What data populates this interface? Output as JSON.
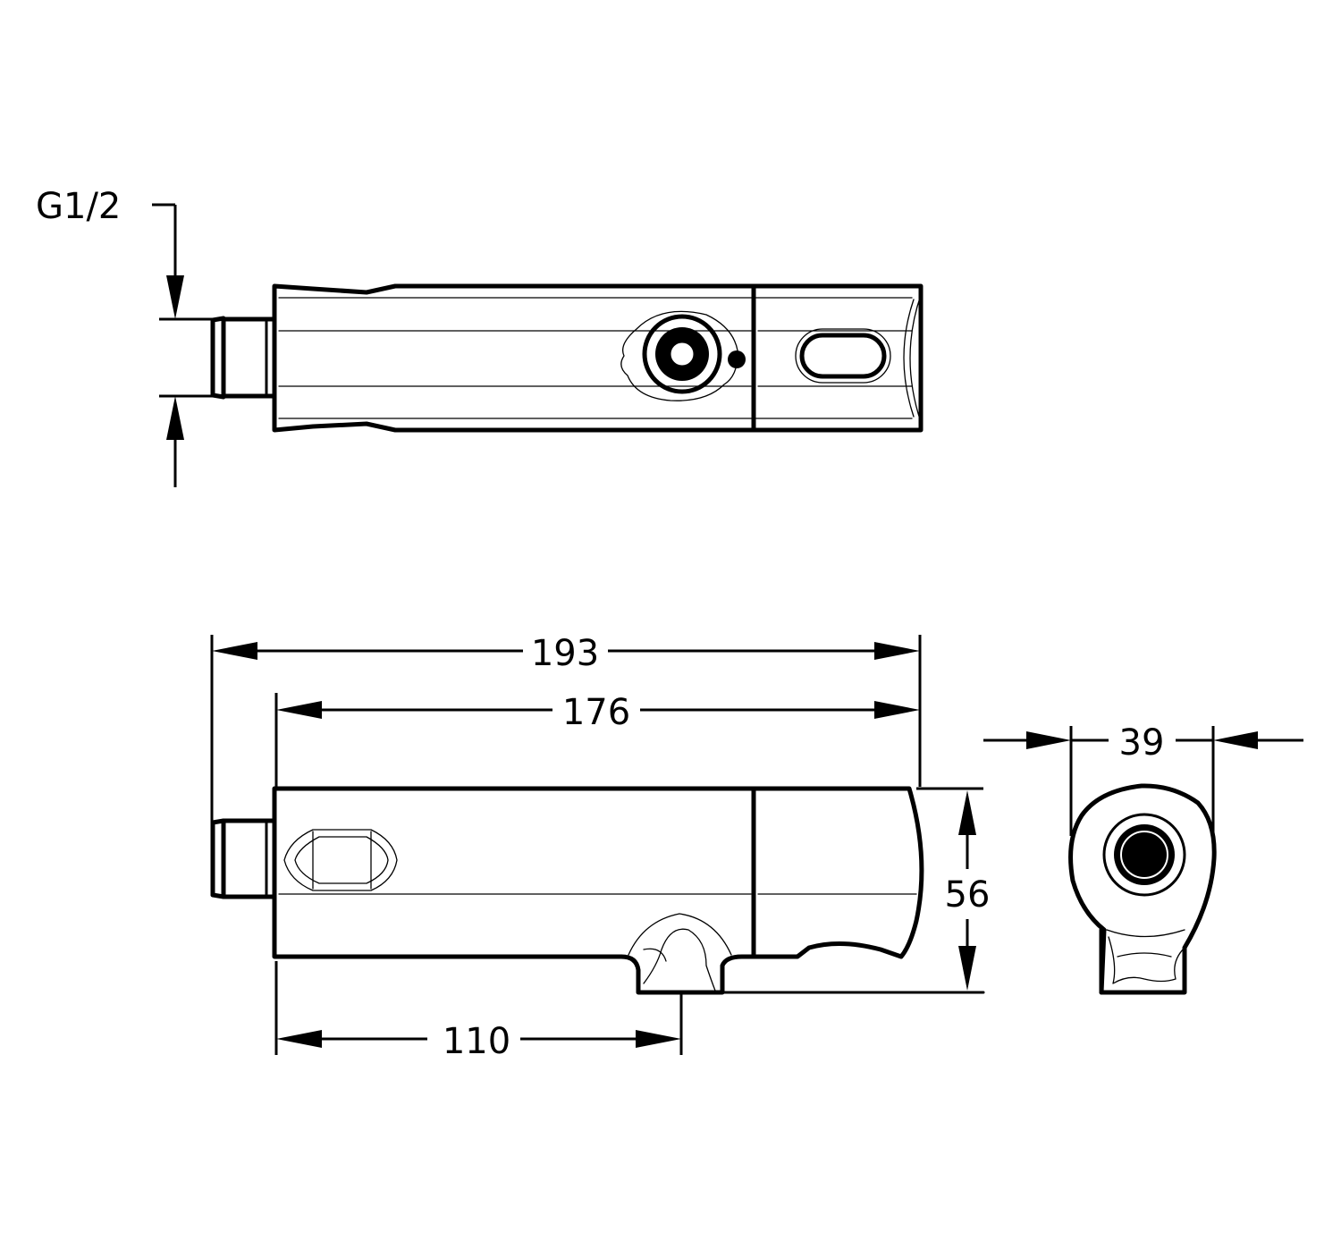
{
  "drawing": {
    "title": "",
    "thread_label": "G1/2",
    "dimensions": {
      "overall_length": "193",
      "body_length": "176",
      "outlet_position": "110",
      "height": "56",
      "width": "39"
    }
  },
  "colors": {
    "line": "#000000",
    "background": "#ffffff"
  }
}
